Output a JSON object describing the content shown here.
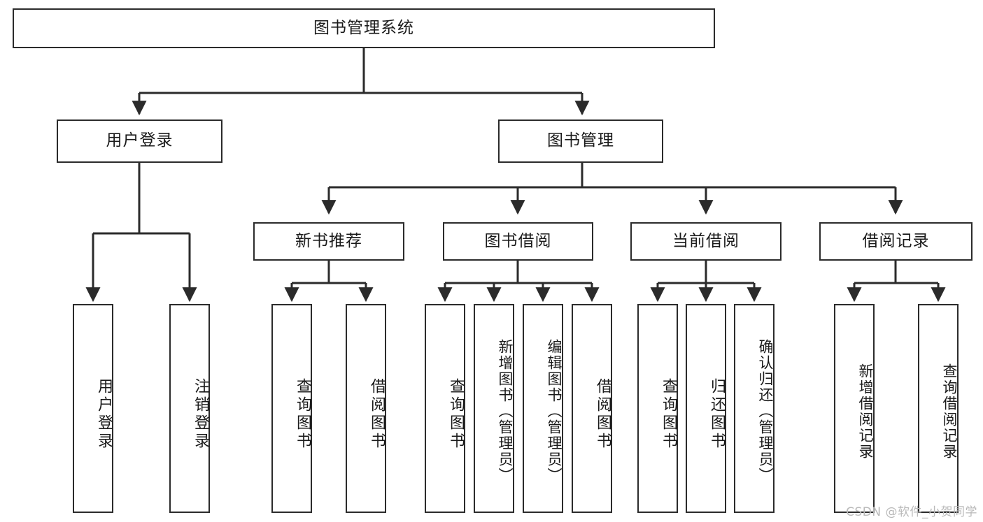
{
  "diagram": {
    "title": "图书管理系统",
    "type": "hierarchy-tree",
    "levels": 4,
    "root": {
      "id": "root",
      "label": "图书管理系统"
    },
    "level2": [
      {
        "id": "user-login",
        "label": "用户登录"
      },
      {
        "id": "book-manage",
        "label": "图书管理"
      }
    ],
    "level3": [
      {
        "id": "new-book-recommend",
        "label": "新书推荐"
      },
      {
        "id": "book-borrow",
        "label": "图书借阅"
      },
      {
        "id": "current-borrow",
        "label": "当前借阅"
      },
      {
        "id": "borrow-record",
        "label": "借阅记录"
      }
    ],
    "leaves": {
      "user_login": [
        {
          "id": "leaf-user-login",
          "label": "用户登录"
        },
        {
          "id": "leaf-logout-login",
          "label": "注销登录"
        }
      ],
      "new_book_recommend": [
        {
          "id": "leaf-query-book-1",
          "label": "查询图书"
        },
        {
          "id": "leaf-borrow-book-1",
          "label": "借阅图书"
        }
      ],
      "book_borrow": [
        {
          "id": "leaf-query-book-2",
          "label": "查询图书"
        },
        {
          "id": "leaf-add-book",
          "label": "新增图书（管理员）"
        },
        {
          "id": "leaf-edit-book",
          "label": "编辑图书（管理员）"
        },
        {
          "id": "leaf-borrow-book-2",
          "label": "借阅图书"
        }
      ],
      "current_borrow": [
        {
          "id": "leaf-query-book-3",
          "label": "查询图书"
        },
        {
          "id": "leaf-return-book",
          "label": "归还图书"
        },
        {
          "id": "leaf-confirm-return",
          "label": "确认归还（管理员）"
        }
      ],
      "borrow_record": [
        {
          "id": "leaf-add-record",
          "label": "新增借阅记录"
        },
        {
          "id": "leaf-query-record",
          "label": "查询借阅记录"
        }
      ]
    }
  },
  "watermark": {
    "text": "CSDN @软件_小贺同学"
  },
  "colors": {
    "background": "#ffffff",
    "box_border": "#2b2b2b",
    "text": "#1a1a1a",
    "edge": "#2b2b2b",
    "watermark": "#b9b9b9"
  }
}
